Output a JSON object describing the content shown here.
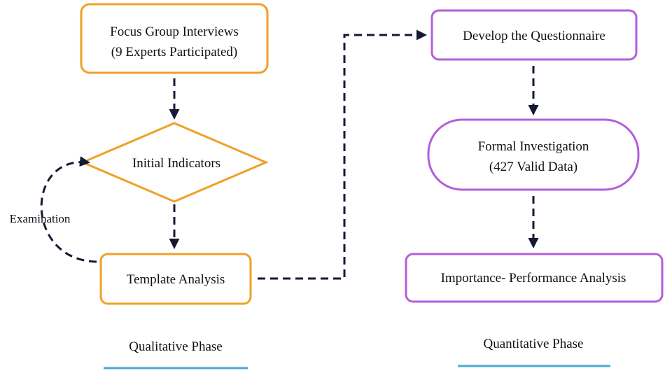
{
  "colors": {
    "qualitative": "#F0A028",
    "quantitative": "#B45EDB",
    "arrow": "#141A33",
    "underline": "#48A8D0",
    "text": "#111111"
  },
  "qualitative": {
    "focus_group": {
      "line1": "Focus Group Interviews",
      "line2": "(9 Experts Participated)"
    },
    "initial_indicators": "Initial Indicators",
    "template_analysis": "Template Analysis",
    "examination": "Examination",
    "phase_label": "Qualitative Phase"
  },
  "quantitative": {
    "questionnaire": "Develop the Questionnaire",
    "formal_investigation": {
      "line1": "Formal Investigation",
      "line2": "(427 Valid Data)"
    },
    "ipa": "Importance- Performance Analysis",
    "phase_label": "Quantitative Phase"
  }
}
